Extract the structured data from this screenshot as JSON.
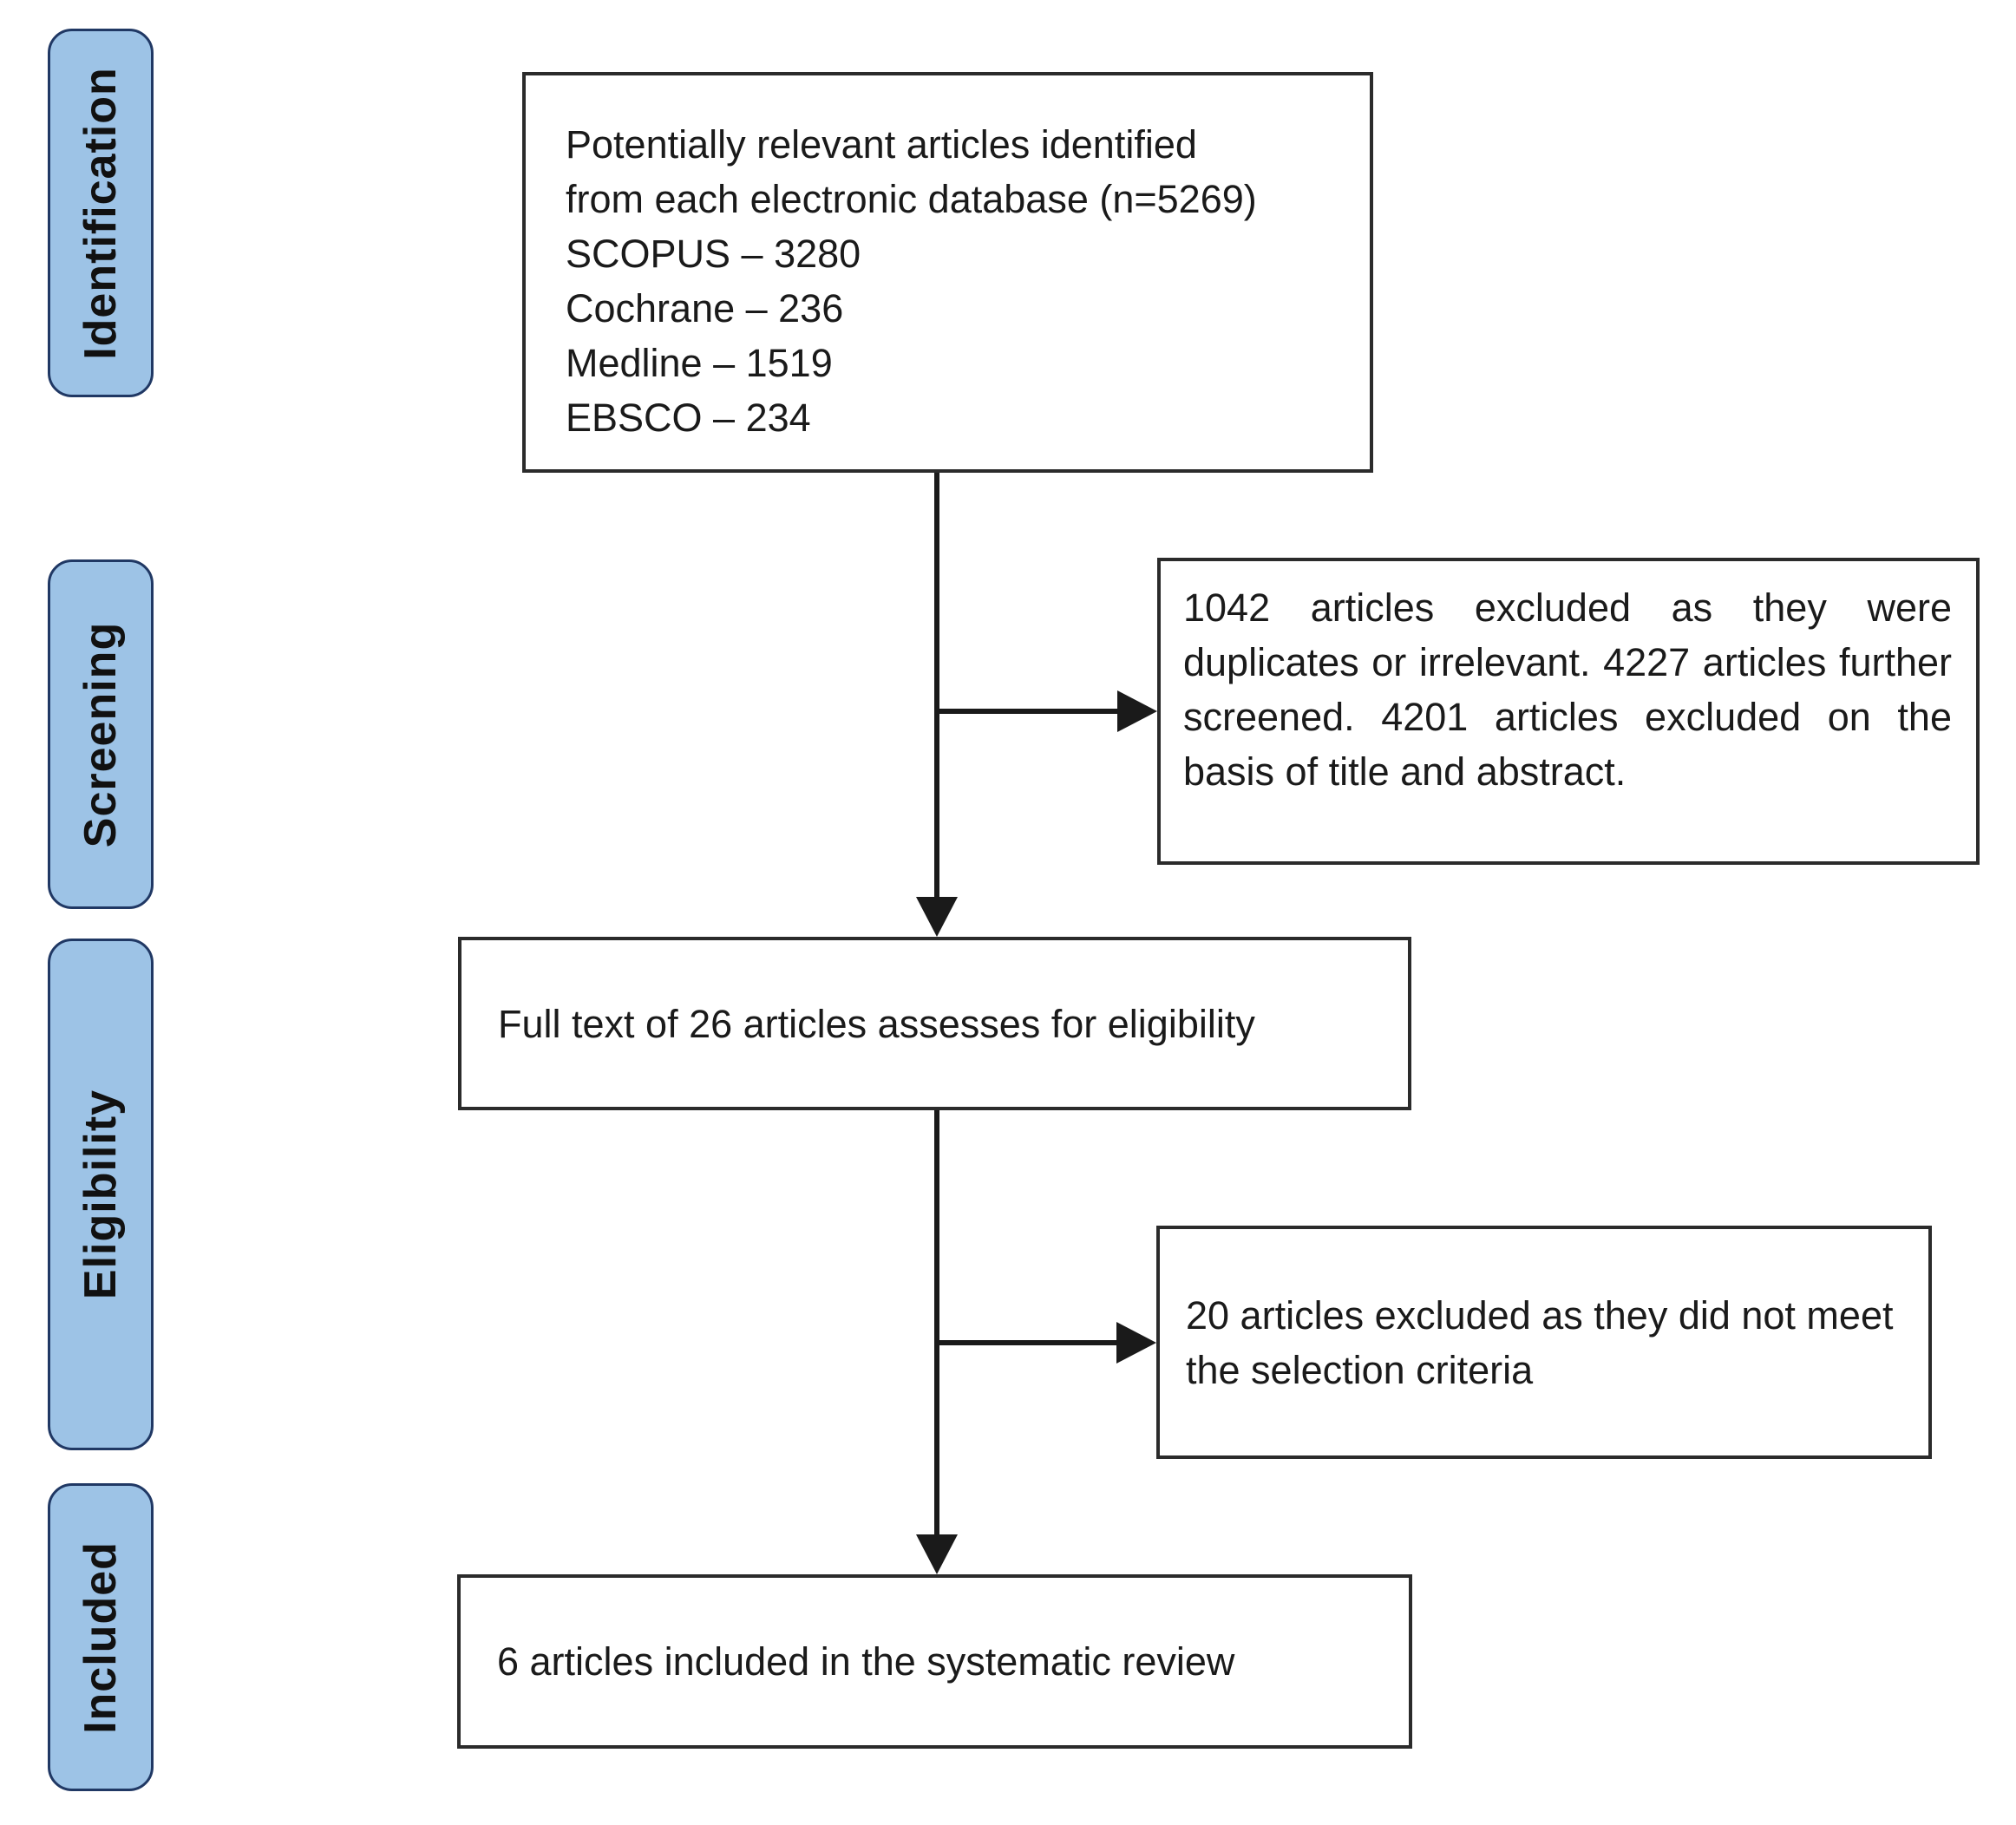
{
  "colors": {
    "stage_fill": "#9DC3E6",
    "stage_border": "#203864",
    "box_border": "#2B2B2B",
    "box_fill": "#FFFFFF",
    "arrow": "#1A1A1A",
    "text": "#1A1A1A",
    "background": "#FFFFFF"
  },
  "stages": [
    {
      "label": "Identification"
    },
    {
      "label": "Screening"
    },
    {
      "label": "Eligibility"
    },
    {
      "label": "Included"
    }
  ],
  "nodes": {
    "identified": {
      "lines": [
        "Potentially relevant articles identified",
        "from each electronic database (n=5269)",
        "SCOPUS – 3280",
        "Cochrane – 236",
        "Medline – 1519",
        "EBSCO – 234"
      ]
    },
    "screening_excluded": {
      "text": "1042 articles excluded as they were duplicates or irrelevant. 4227 articles further screened. 4201 articles excluded on the basis of title and abstract."
    },
    "full_text": {
      "text": "Full text of 26 articles assesses for eligibility"
    },
    "eligibility_excluded": {
      "text": "20 articles excluded  as they did not meet the selection criteria"
    },
    "included": {
      "text": "6 articles included in the systematic review"
    }
  }
}
